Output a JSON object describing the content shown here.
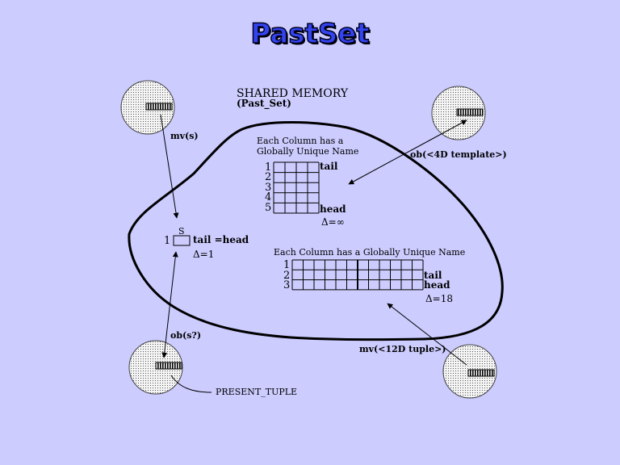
{
  "title": "PastSet",
  "shared_memory": {
    "label": "SHARED MEMORY",
    "sublabel": "(Past_Set)"
  },
  "tuple4d": {
    "caption_line1": "Each Column has a",
    "caption_line2": "Globally Unique Name",
    "rows": [
      "1",
      "2",
      "3",
      "4",
      "5"
    ],
    "tail": "tail",
    "head": "head",
    "delta": "Δ=∞"
  },
  "tuple12d": {
    "caption": "Each Column has a Globally Unique Name",
    "rows": [
      "1",
      "2",
      "3"
    ],
    "tail": "tail",
    "head": "head",
    "delta": "Δ=18"
  },
  "single": {
    "col_label": "S",
    "row": "1",
    "label": "tail =head",
    "delta": "Δ=1"
  },
  "operations": {
    "mv_s": "mv(s)",
    "ob_4d": "ob(<4D template>)",
    "ob_s": "ob(s?)",
    "mv_12d": "mv(<12D tuple>)",
    "present_tuple": "PRESENT_TUPLE"
  }
}
